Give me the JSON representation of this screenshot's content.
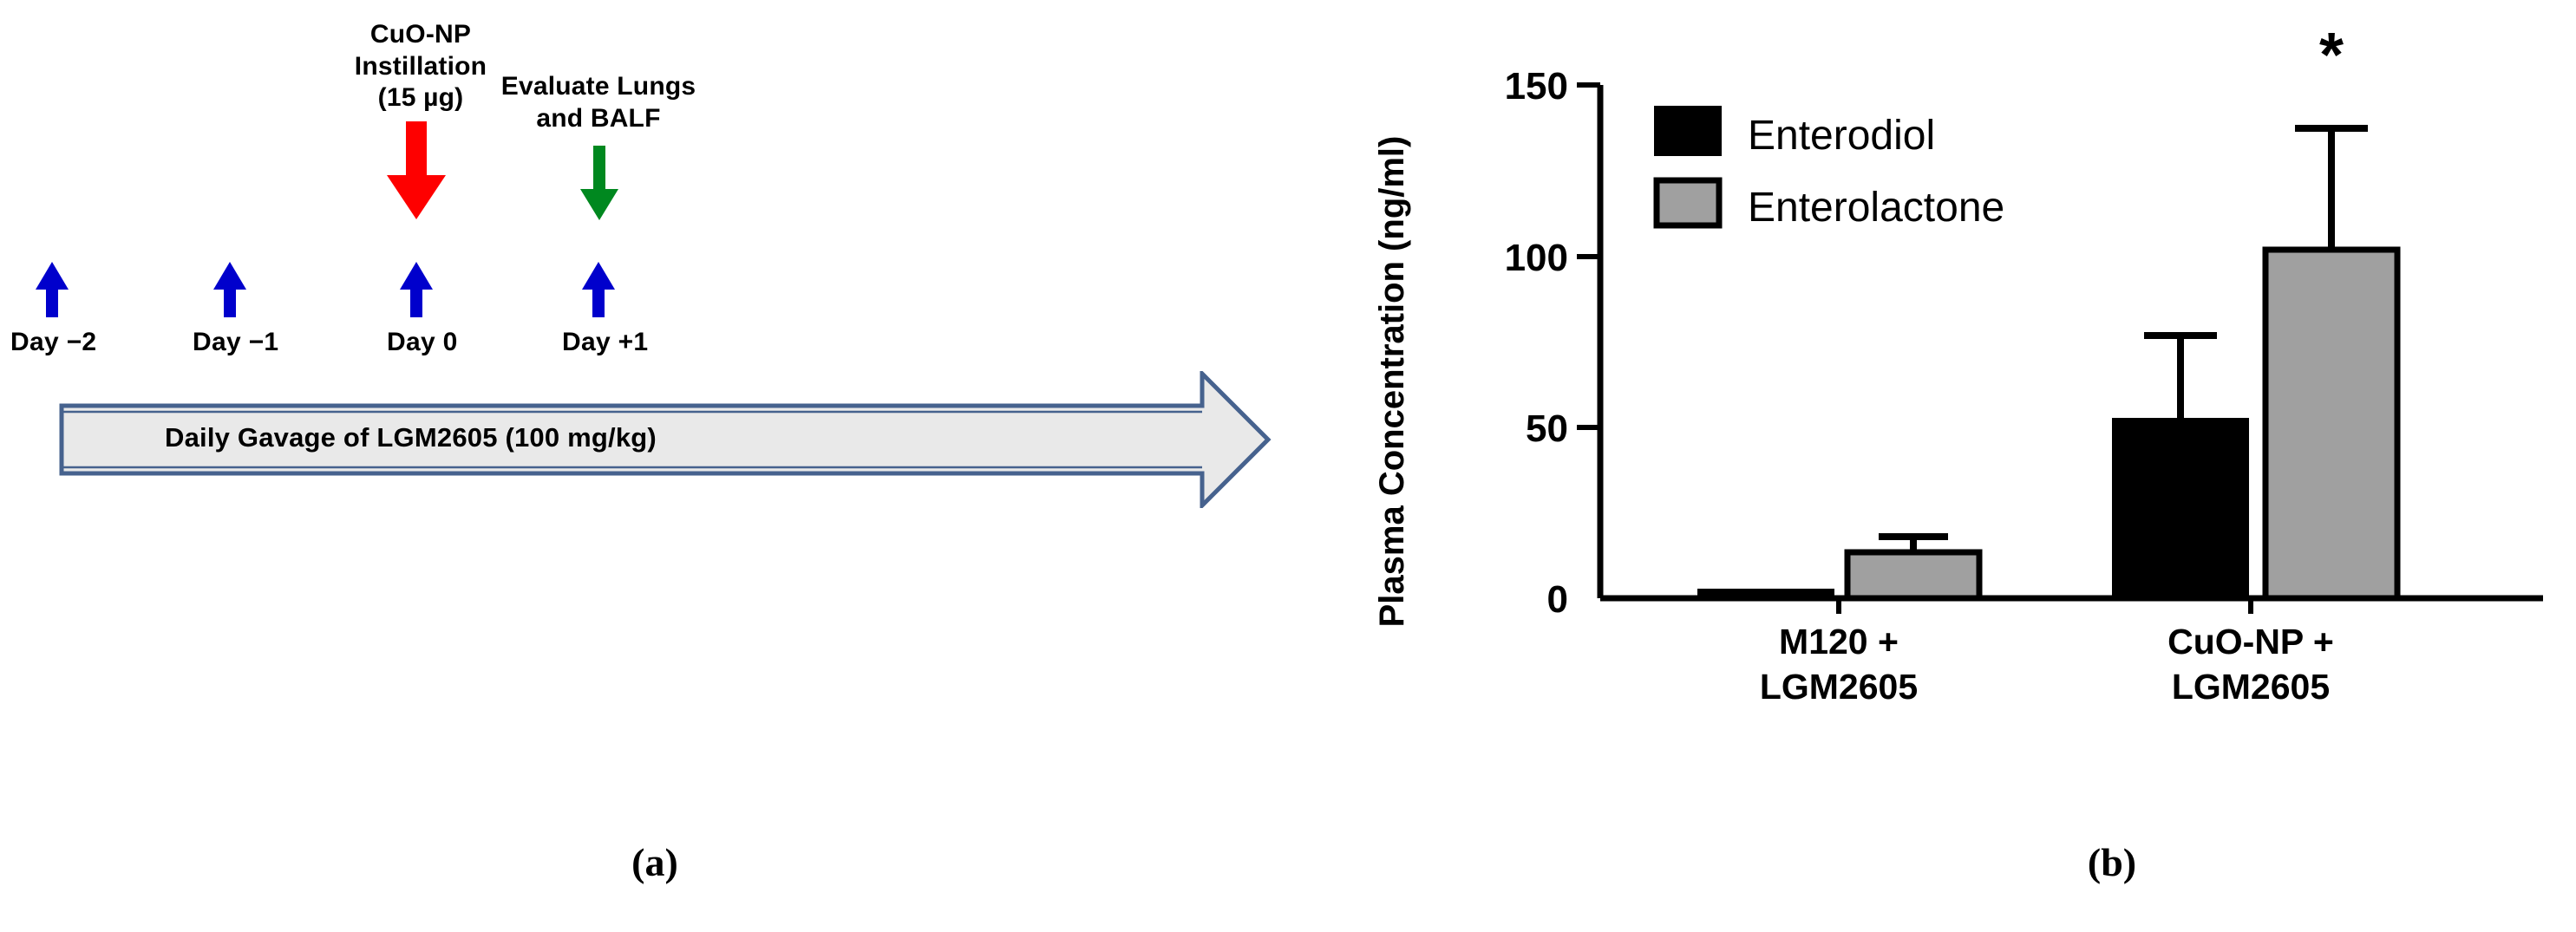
{
  "figure": {
    "panel_a_caption": "(a)",
    "panel_b_caption": "(b)"
  },
  "timeline": {
    "banner_text": "Daily Gavage of LGM2605 (100 mg/kg)",
    "banner_fill": "#E9E9E9",
    "banner_stroke": "#46628E",
    "events": [
      {
        "name": "cuo-np-instillation",
        "label": "CuO-NP\nInstillation\n(15 µg)",
        "arrow_color": "#FE0000",
        "arrow_direction": "down"
      },
      {
        "name": "evaluate-lungs-balf",
        "label": "Evaluate Lungs\nand BALF",
        "arrow_color": "#00881F",
        "arrow_direction": "down"
      }
    ],
    "days": [
      {
        "label": "Day −2",
        "arrow_color": "#0000CC"
      },
      {
        "label": "Day −1",
        "arrow_color": "#0000CC"
      },
      {
        "label": "Day 0",
        "arrow_color": "#0000CC"
      },
      {
        "label": "Day +1",
        "arrow_color": "#0000CC"
      }
    ]
  },
  "chart_data": {
    "type": "bar",
    "title": "",
    "xlabel": "",
    "ylabel": "Plasma Concentration (ng/ml)",
    "ylim": [
      0,
      150
    ],
    "yticks": [
      0,
      50,
      100,
      150
    ],
    "ytick_labels": [
      "0",
      "50",
      "100",
      "150"
    ],
    "grid": false,
    "legend_position": "top-left",
    "categories": [
      "M120 +\nLGM2605",
      "CuO-NP +\nLGM2605"
    ],
    "category_labels": [
      {
        "line1": "M120 +",
        "line2": "LGM2605"
      },
      {
        "line1": "CuO-NP +",
        "line2": "LGM2605"
      }
    ],
    "series": [
      {
        "name": "Enterodiol",
        "color": "#000000",
        "edge_color": "#000000",
        "values": [
          2,
          52
        ],
        "errors": [
          1,
          25
        ],
        "error_upper": [
          3,
          77
        ]
      },
      {
        "name": "Enterolactone",
        "color": "#A0A0A0",
        "edge_color": "#000000",
        "values": [
          13.5,
          102
        ],
        "errors": [
          4.5,
          35
        ],
        "error_upper": [
          18,
          137
        ]
      }
    ],
    "annotations": [
      {
        "text": "*",
        "target_series": "Enterolactone",
        "target_category": "CuO-NP +\nLGM2605",
        "meaning": "significant"
      }
    ]
  }
}
